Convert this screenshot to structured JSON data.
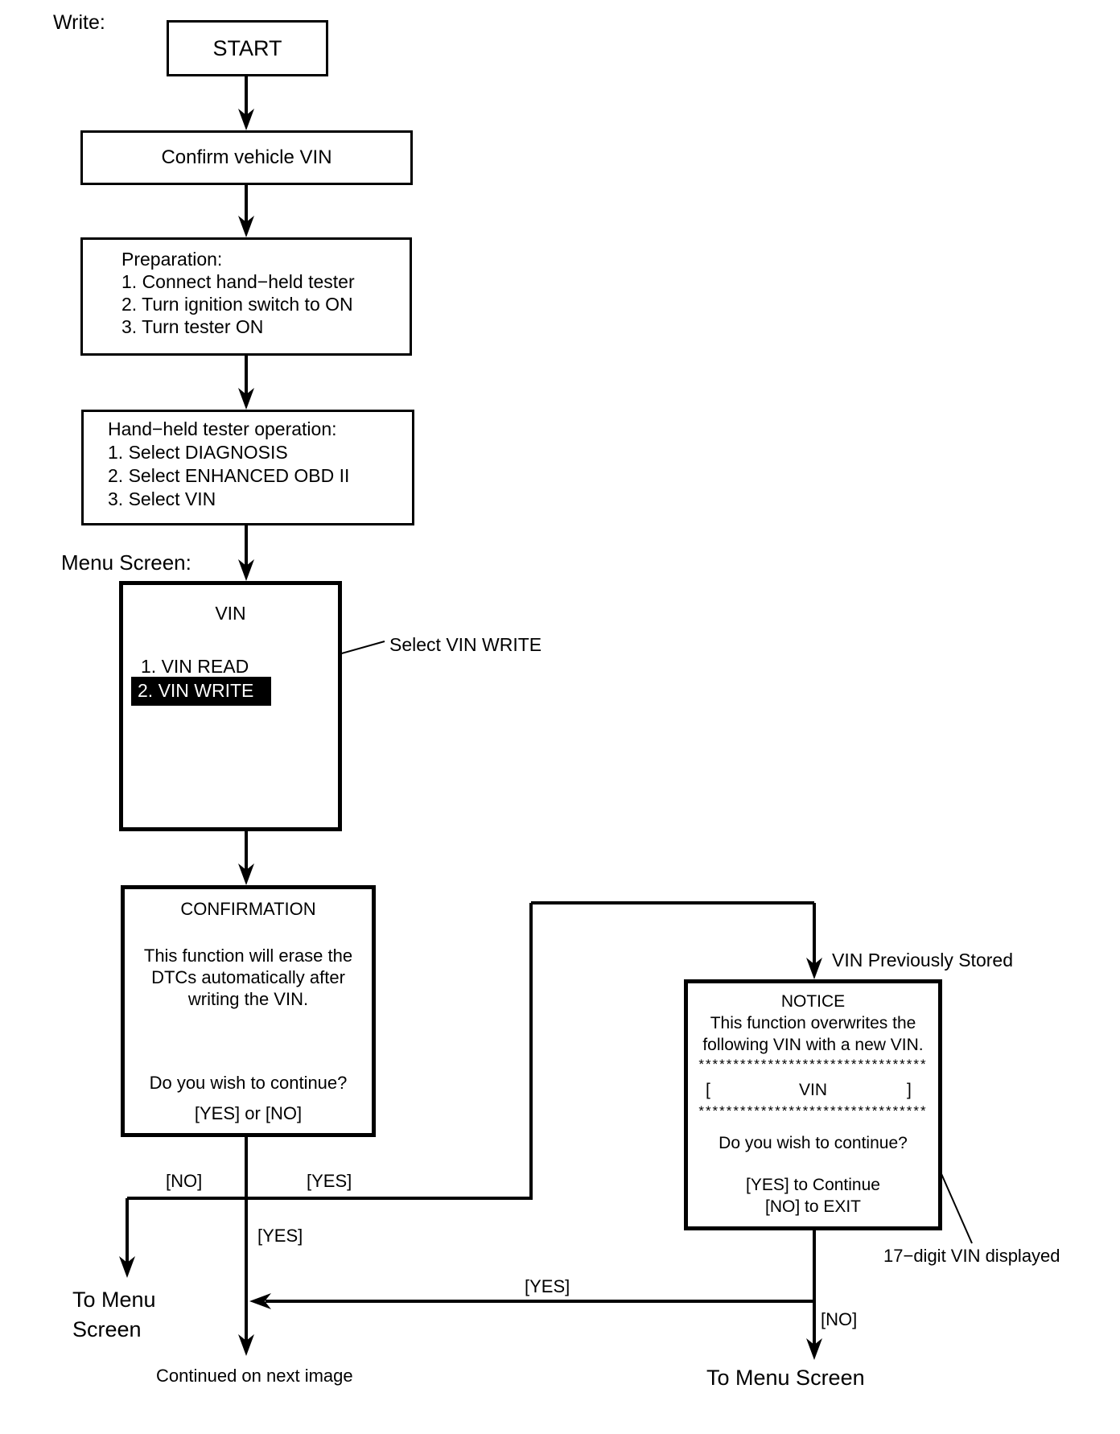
{
  "labels": {
    "write": "Write:",
    "menu_screen": "Menu Screen:",
    "select_vin_write": "Select VIN WRITE",
    "vin_previously_stored": "VIN Previously Stored",
    "no_left": "[NO]",
    "yes_right": "[YES]",
    "yes_down": "[YES]",
    "yes_return": "[YES]",
    "no_down": "[NO]",
    "to_menu_left_line1": "To Menu",
    "to_menu_left_line2": "Screen",
    "to_menu_right": "To Menu Screen",
    "continued": "Continued on next image",
    "seventeen_digit": "17−digit VIN displayed"
  },
  "nodes": {
    "start": {
      "label": "START"
    },
    "confirm_vin": {
      "label": "Confirm vehicle VIN"
    },
    "preparation": {
      "title": "Preparation:",
      "steps": [
        "1. Connect hand−held tester",
        "2. Turn ignition switch to ON",
        "3. Turn tester ON"
      ]
    },
    "tester_operation": {
      "title": "Hand−held tester operation:",
      "steps": [
        "1. Select DIAGNOSIS",
        "2. Select ENHANCED OBD II",
        "3. Select VIN"
      ]
    },
    "vin_menu": {
      "title": "VIN",
      "items": [
        "1. VIN READ",
        "2. VIN WRITE"
      ]
    },
    "confirmation": {
      "title": "CONFIRMATION",
      "body": [
        "This function will erase the",
        "DTCs automatically after",
        "writing the VIN."
      ],
      "question": "Do you wish to continue?",
      "options": "[YES] or [NO]"
    },
    "notice": {
      "title": "NOTICE",
      "body": [
        "This function overwrites the",
        "following VIN with a new VIN."
      ],
      "stars": "*********************************",
      "vin_field": {
        "open": "[",
        "label": "VIN",
        "close": "]"
      },
      "question": "Do you wish to continue?",
      "yes_action": "[YES] to Continue",
      "no_action": "[NO] to EXIT"
    }
  }
}
